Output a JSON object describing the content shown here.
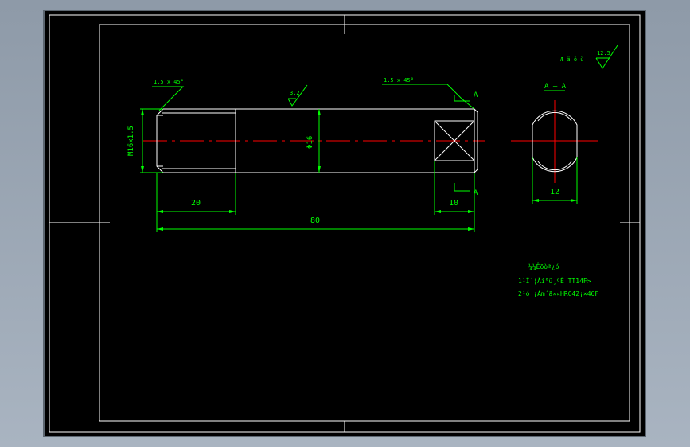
{
  "colors": {
    "background_outer": "#9aa6b4",
    "paper": "#000000",
    "frame": "#ffffff",
    "part_outline": "#ffffff",
    "dimension": "#00ff00",
    "centerline": "#ff0000",
    "annotation_text": "#00ff00"
  },
  "drawing": {
    "thread_label": "M16x1.5",
    "diameter_label": "Φ16",
    "chamfer_left": "1.5 x 45°",
    "chamfer_right": "1.5 x 45°",
    "surface_finish_main": "3.2",
    "surface_finish_corner": "12.5",
    "corner_note": "Æ ä ö ù",
    "section_mark_top": "A",
    "section_mark_bottom": "A",
    "section_title": "A — A",
    "dim_thread_length": "20",
    "dim_total_length": "80",
    "dim_square_length": "10",
    "dim_across_flats": "12"
  },
  "notes": {
    "title": "¼¼Êõòª¿ó",
    "line1": "1¹Ï´¦Àí°ü¸ºÈ  TT14F>",
    "line2": "2¹ó ¡Àm´ã»¤HRC42¡×46F"
  }
}
